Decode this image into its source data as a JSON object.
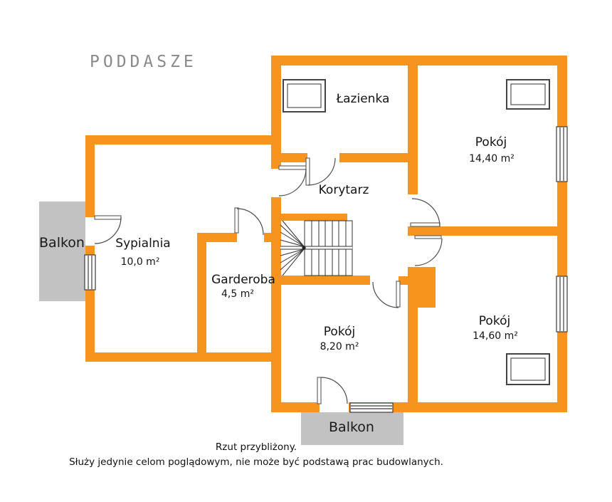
{
  "title": "PODDASZE",
  "rooms": {
    "lazienka": {
      "name": "Łazienka"
    },
    "pokoj_ne": {
      "name": "Pokój",
      "area": "14,40 m²"
    },
    "korytarz": {
      "name": "Korytarz"
    },
    "sypialnia": {
      "name": "Sypialnia",
      "area": "10,0 m²"
    },
    "garderoba": {
      "name": "Garderoba",
      "area": "4,5 m²"
    },
    "pokoj_s": {
      "name": "Pokój",
      "area": "8,20 m²"
    },
    "pokoj_se": {
      "name": "Pokój",
      "area": "14,60 m²"
    }
  },
  "balconies": {
    "left": {
      "label": "Balkon"
    },
    "bottom": {
      "label": "Balkon"
    }
  },
  "footer": {
    "line1": "Rzut przybliżony.",
    "line2": "Służy jedynie celom poglądowym, nie może być podstawą prac budowlanych."
  },
  "colors": {
    "wall_orange": "#F7941E",
    "balcony_gray": "#C2C2C2",
    "line_dark": "#4a4a4a",
    "text": "#141414",
    "title_gray": "#8a8a8a"
  }
}
